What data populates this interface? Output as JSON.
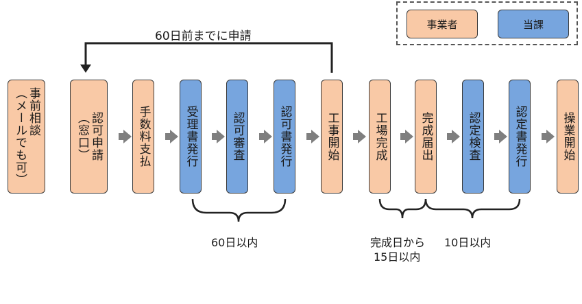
{
  "legend": {
    "applicant": {
      "label": "事業者",
      "color": "#f9c9a6"
    },
    "office": {
      "label": "当課",
      "color": "#77a5de"
    }
  },
  "steps": [
    {
      "lines": [
        "事前相談",
        "（メールでも可）"
      ],
      "actor": "applicant"
    },
    {
      "lines": [
        "認可申請",
        "（窓口）"
      ],
      "actor": "applicant"
    },
    {
      "lines": [
        "手数料支払"
      ],
      "actor": "applicant"
    },
    {
      "lines": [
        "受理書発行"
      ],
      "actor": "office"
    },
    {
      "lines": [
        "認可審査"
      ],
      "actor": "office"
    },
    {
      "lines": [
        "認可書発行"
      ],
      "actor": "office"
    },
    {
      "lines": [
        "工事開始"
      ],
      "actor": "applicant"
    },
    {
      "lines": [
        "工場完成"
      ],
      "actor": "applicant"
    },
    {
      "lines": [
        "完成届出"
      ],
      "actor": "applicant"
    },
    {
      "lines": [
        "認定検査"
      ],
      "actor": "office"
    },
    {
      "lines": [
        "認定書発行"
      ],
      "actor": "office"
    },
    {
      "lines": [
        "操業開始"
      ],
      "actor": "applicant"
    }
  ],
  "annotations": {
    "deadline_before": "60日前までに申請",
    "within_60": "60日以内",
    "completion_line1": "完成日から",
    "completion_line2": "15日以内",
    "within_10": "10日以内"
  },
  "colors": {
    "applicant": "#f9c9a6",
    "office": "#77a5de",
    "arrow": "#7f7f7f",
    "border": "#3a3a3a"
  }
}
